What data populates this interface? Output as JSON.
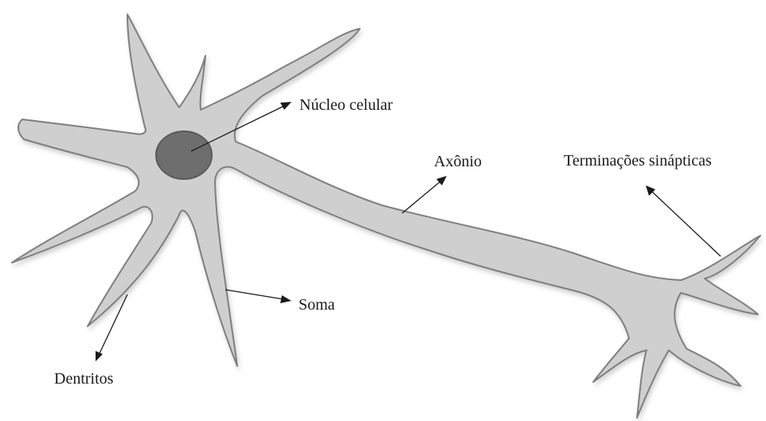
{
  "labels": {
    "nucleus": "Núcleo celular",
    "axon": "Axônio",
    "terminals": "Terminações sinápticas",
    "soma": "Soma",
    "dendrites": "Dentritos"
  },
  "colors": {
    "cell_fill": "#cfcfcf",
    "cell_outline": "#7f7f7f",
    "nucleus_fill": "#6e6e6e",
    "text": "#1a1a1a"
  }
}
